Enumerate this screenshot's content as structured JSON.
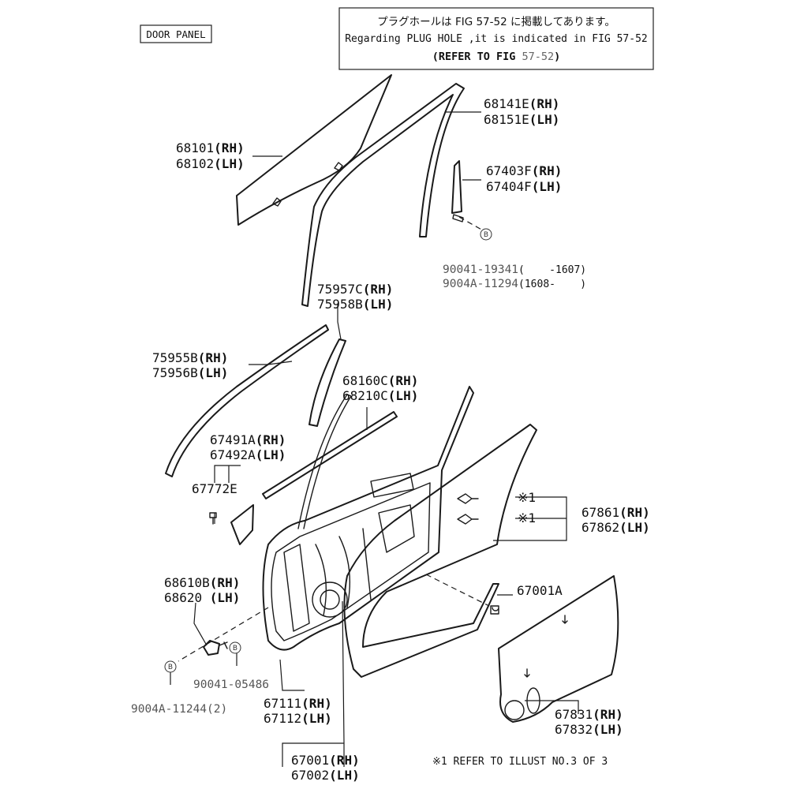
{
  "header": {
    "section_label": "DOOR PANEL",
    "notice_lines": [
      "プラグホールは FIG 57-52 に掲載してあります。",
      "Regarding PLUG HOLE ,it is indicated in FIG 57-52"
    ],
    "notice_refer_bold": "(REFER TO FIG",
    "notice_refer_gray": "57-52",
    "notice_refer_close": ")"
  },
  "parts": {
    "p68101": {
      "num": "68101",
      "side": "(RH)"
    },
    "p68102": {
      "num": "68102",
      "side": "(LH)"
    },
    "p68141e": {
      "num": "68141E",
      "side": "(RH)"
    },
    "p68151e": {
      "num": "68151E",
      "side": "(LH)"
    },
    "p67403f": {
      "num": "67403F",
      "side": "(RH)"
    },
    "p67404f": {
      "num": "67404F",
      "side": "(LH)"
    },
    "p90041_19341": {
      "num": "90041-19341",
      "range": "(    -1607)"
    },
    "p9004a_11294": {
      "num": "9004A-11294",
      "range": "(1608-    )"
    },
    "p75957c": {
      "num": "75957C",
      "side": "(RH)"
    },
    "p75958b": {
      "num": "75958B",
      "side": "(LH)"
    },
    "p75955b": {
      "num": "75955B",
      "side": "(RH)"
    },
    "p75956b": {
      "num": "75956B",
      "side": "(LH)"
    },
    "p68160c": {
      "num": "68160C",
      "side": "(RH)"
    },
    "p68210c": {
      "num": "68210C",
      "side": "(LH)"
    },
    "p67491a": {
      "num": "67491A",
      "side": "(RH)"
    },
    "p67492a": {
      "num": "67492A",
      "side": "(LH)"
    },
    "p67772e": {
      "num": "67772E"
    },
    "p67861": {
      "num": "67861",
      "side": "(RH)"
    },
    "p67862": {
      "num": "67862",
      "side": "(LH)"
    },
    "p68610b": {
      "num": "68610B",
      "side": "(RH)"
    },
    "p68620": {
      "num": "68620 ",
      "side": "(LH)"
    },
    "p67001a": {
      "num": "67001A"
    },
    "p90041_05486": {
      "num": "90041-05486"
    },
    "p9004a_11244": {
      "num": "9004A-11244(2)"
    },
    "p67111": {
      "num": "67111",
      "side": "(RH)"
    },
    "p67112": {
      "num": "67112",
      "side": "(LH)"
    },
    "p67831": {
      "num": "67831",
      "side": "(RH)"
    },
    "p67832": {
      "num": "67832",
      "side": "(LH)"
    },
    "p67001": {
      "num": "67001",
      "side": "(RH)"
    },
    "p67002": {
      "num": "67002",
      "side": "(LH)"
    }
  },
  "callouts": {
    "mark": "※1",
    "circle_letter": "B"
  },
  "footnote": "※1 REFER TO ILLUST NO.3 OF 3"
}
